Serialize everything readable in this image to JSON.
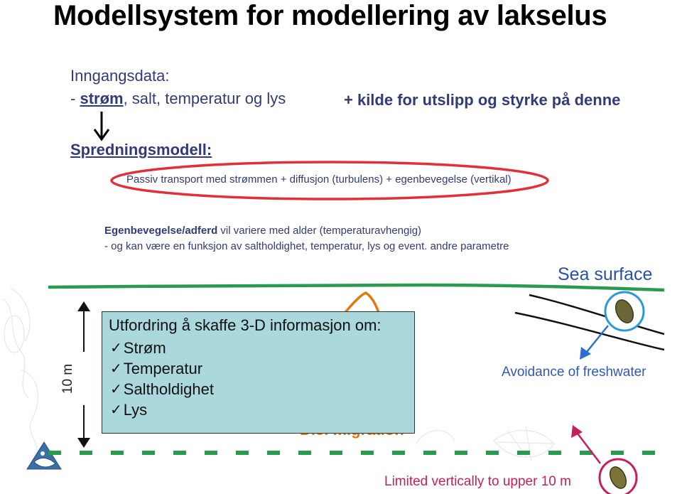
{
  "title": "Modellsystem for modellering av lakselus",
  "input": {
    "heading": "Inngangsdata:",
    "dash": "- ",
    "current": "strøm",
    "others": ", salt, temperatur og lys",
    "extra": "+ kilde for utslipp og styrke på denne"
  },
  "model": {
    "heading": "Spredningsmodell:",
    "description": "Passiv transport med strømmen + diffusjon (turbulens) + egenbevegelse (vertikal)"
  },
  "behaviour": {
    "bold": "Egenbevegelse/adferd",
    "line1_rest": " vil variere med alder (temperaturavhengig)",
    "line2": "- og kan være en funksjon av saltholdighet, temperatur, lys og event. andre parametre"
  },
  "labels": {
    "sea_surface": "Sea surface",
    "avoidance": "Avoidance of freshwater",
    "limited": "Limited vertically to upper 10 m",
    "diel": "Diel migration",
    "depth": "10 m"
  },
  "challenge": {
    "title": "Utfordring å skaffe 3-D informasjon om:",
    "items": [
      "Strøm",
      "Temperatur",
      "Saltholdighet",
      "Lys"
    ],
    "check_icon": "check-icon"
  },
  "colors": {
    "text_blue": "#333a78",
    "ellipse_red": "#e0303a",
    "surface_green": "#2a9a50",
    "orange_path": "#e07a10",
    "blue_arrow": "#2a6fd6",
    "magenta_arrow": "#c81e5a",
    "box_fill": "#aad8dc"
  }
}
